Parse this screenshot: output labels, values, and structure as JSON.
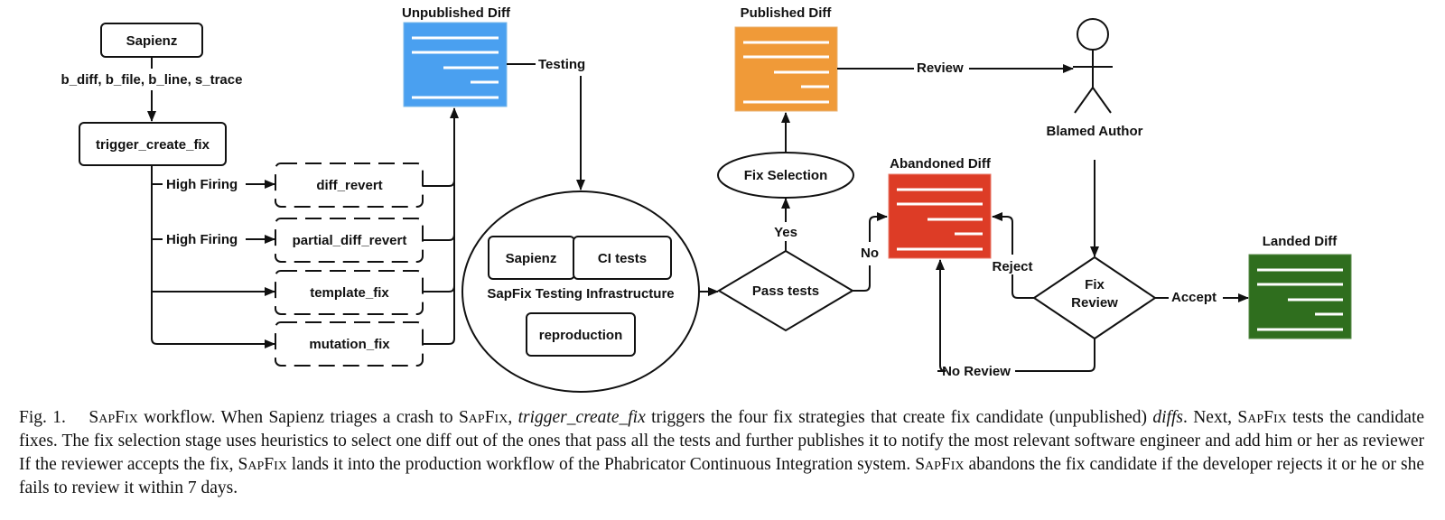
{
  "colors": {
    "unpublished": "#4aa0f0",
    "published": "#f09a38",
    "abandoned": "#dd3c26",
    "landed": "#2f6e1e",
    "line": "#111111"
  },
  "nodes": {
    "sapienz": "Sapienz",
    "trigger": "trigger_create_fix",
    "diff_revert": "diff_revert",
    "partial_diff_revert": "partial_diff_revert",
    "template_fix": "template_fix",
    "mutation_fix": "mutation_fix",
    "unpublished_diff": "Unpublished Diff",
    "infra_sapienz": "Sapienz",
    "infra_ci": "CI tests",
    "infra_title": "SapFix Testing Infrastructure",
    "infra_reproduction": "reproduction",
    "pass_tests": "Pass tests",
    "fix_selection": "Fix Selection",
    "published_diff": "Published Diff",
    "blamed_author": "Blamed Author",
    "abandoned_diff": "Abandoned Diff",
    "fix_review_line1": "Fix",
    "fix_review_line2": "Review",
    "landed_diff": "Landed Diff"
  },
  "edges": {
    "sapienz_output": "b_diff, b_file, b_line, s_trace",
    "high_firing_1": "High Firing",
    "high_firing_2": "High Firing",
    "testing": "Testing",
    "yes": "Yes",
    "no": "No",
    "review": "Review",
    "reject": "Reject",
    "accept": "Accept",
    "no_review": "No Review"
  },
  "caption": {
    "fig": "Fig. 1.",
    "sapfix": "SapFix",
    "t1": " workflow. When Sapienz triages a crash to ",
    "t2": ", ",
    "trigger": "trigger_create_fix",
    "t3": " triggers the four fix strategies that create fix candidate (unpublished) ",
    "diffs": "diffs",
    "t4": ". Next, ",
    "t5": " tests the candidate fixes. The fix selection stage uses heuristics to select one diff out of the ones that pass all the tests and further publishes it to notify the most relevant software engineer and add him or her as reviewer If the reviewer accepts the fix, ",
    "t6": " lands it into the production workflow of the Phabricator Continuous Integration system. ",
    "t7": " abandons the fix candidate if the developer rejects it or he or she fails to review it within 7 days."
  }
}
